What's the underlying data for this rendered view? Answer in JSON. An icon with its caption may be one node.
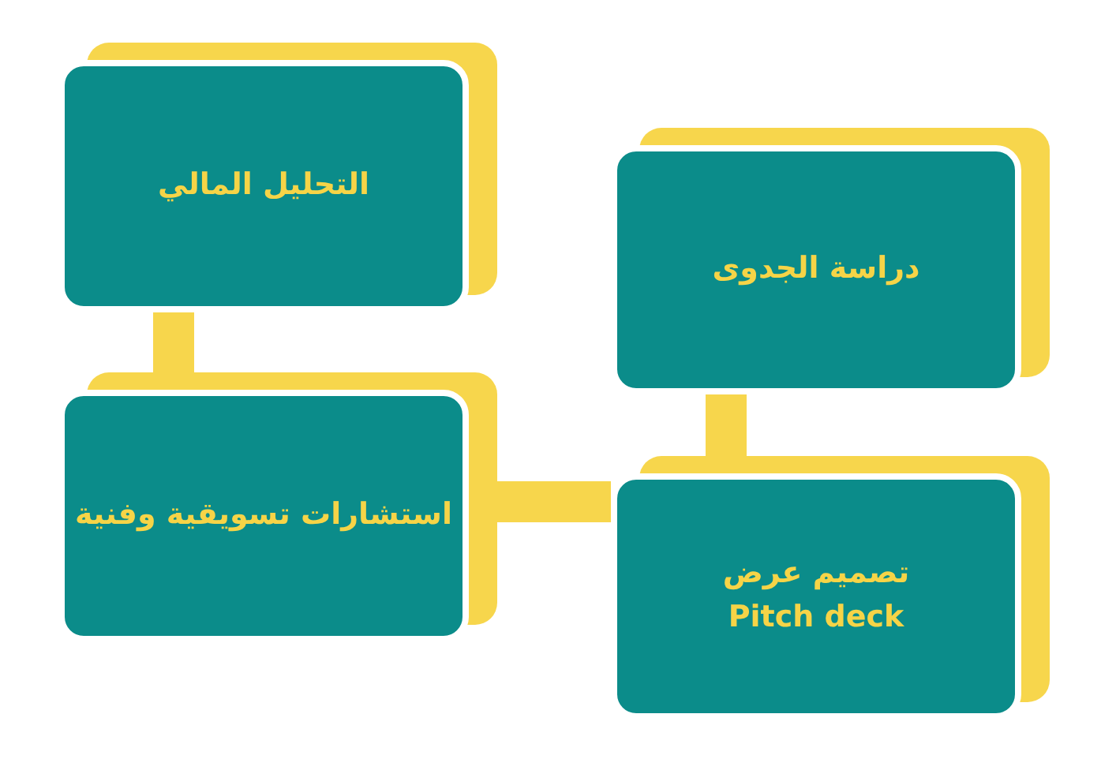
{
  "diagram": {
    "nodes": [
      {
        "text": [
          "دراسة الجدوى"
        ]
      },
      {
        "text": [
          "التحليل المالي"
        ]
      },
      {
        "text": [
          "تصميم عرض Pitch deck"
        ]
      },
      {
        "text": [
          "استشارات تسويقية وفنية"
        ]
      }
    ],
    "edges": [
      {
        "from": 0,
        "to": 2,
        "arrow": "none"
      },
      {
        "from": 2,
        "to": 3,
        "arrow": "none"
      },
      {
        "from": 3,
        "to": 1,
        "arrow": "none"
      }
    ]
  }
}
